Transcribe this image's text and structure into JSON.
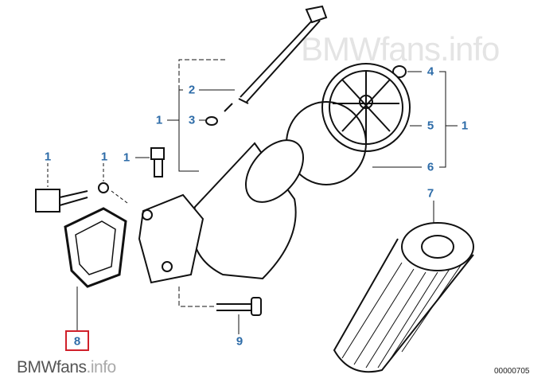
{
  "watermark": "BMWfans.info",
  "logo": {
    "bold": "BMWfans",
    "light": ".info"
  },
  "drawing_number": "00000705",
  "labels": {
    "l1a": "1",
    "l2": "2",
    "l3": "3",
    "l4": "4",
    "l5": "5",
    "l1b": "1",
    "l6": "6",
    "l7": "7",
    "l1c": "1",
    "l1d": "1",
    "l1e": "1",
    "l8": "8",
    "l9": "9"
  },
  "colors": {
    "label": "#2e6ca8",
    "highlight": "#d0202a"
  }
}
